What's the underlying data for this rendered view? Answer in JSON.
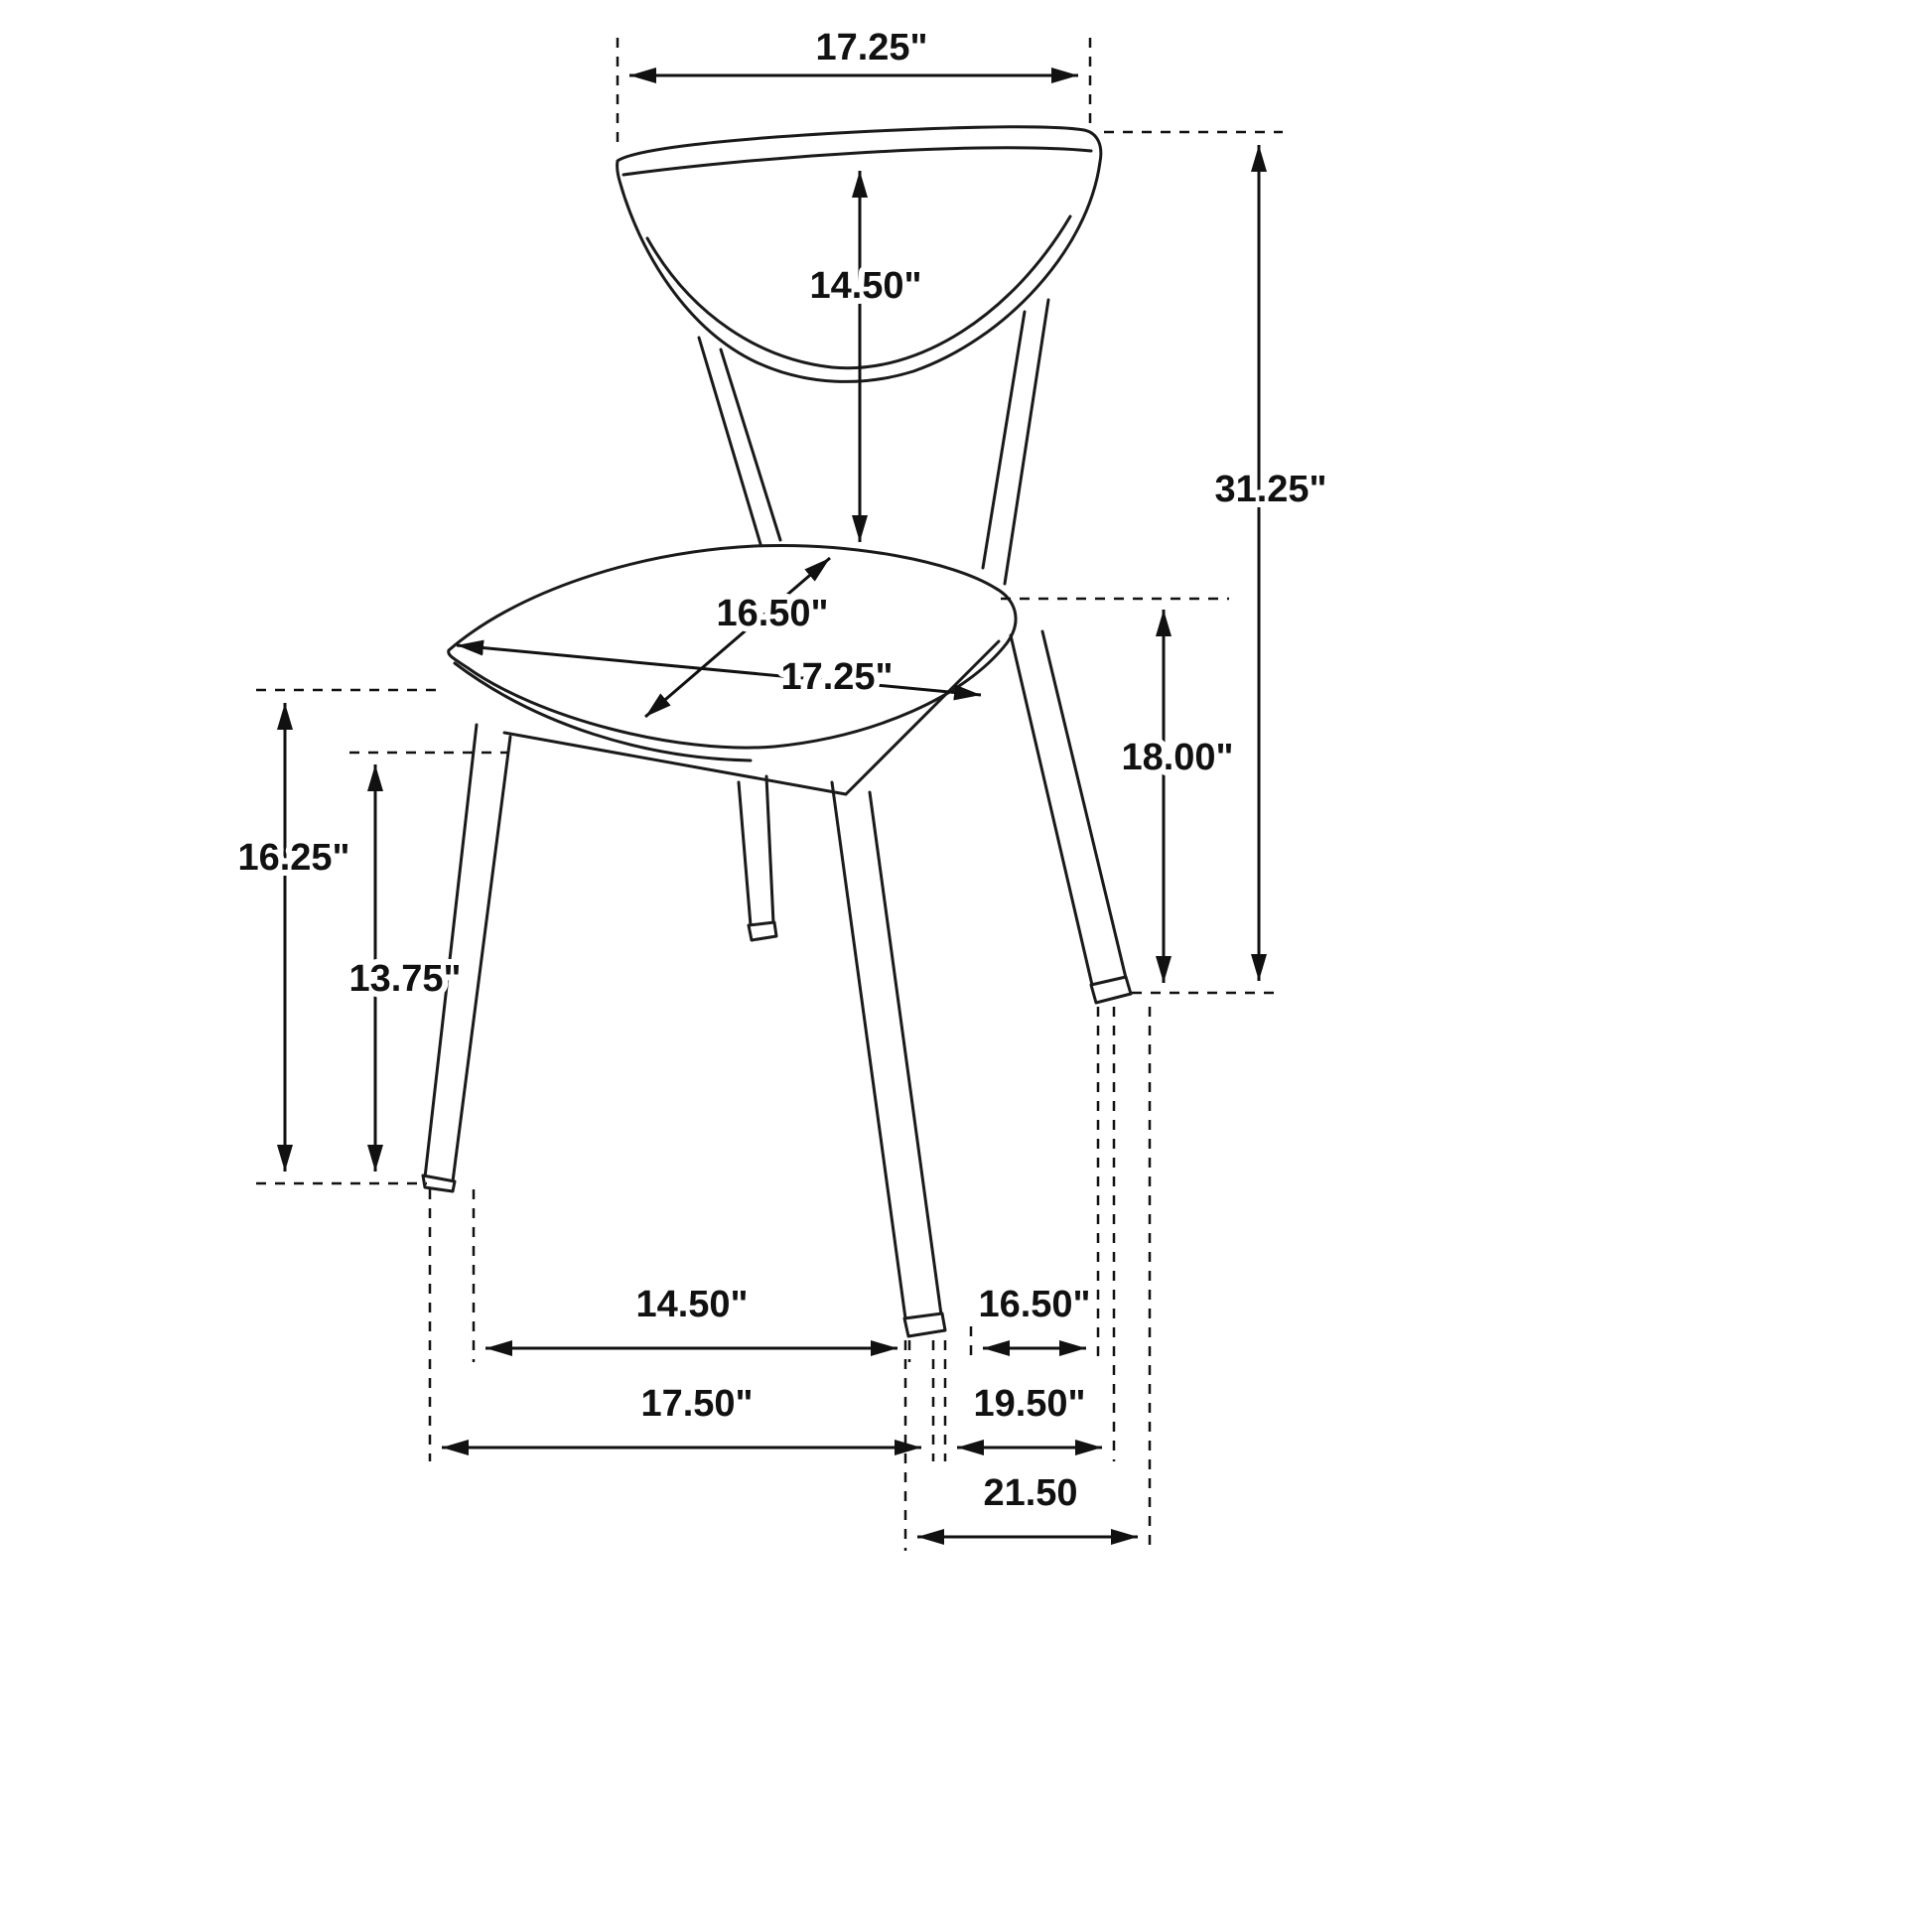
{
  "diagram": {
    "subject": "dining side chair dimension drawing",
    "colors": {
      "line": "#1a1a1a",
      "background": "#ffffff"
    },
    "dimensions": {
      "back_width": "17.25\"",
      "back_height": "14.50\"",
      "overall_height": "31.25\"",
      "seat_depth": "16.50\"",
      "seat_width": "17.25\"",
      "seat_height": "18.00\"",
      "leg_height_outer": "16.25\"",
      "leg_height_inner": "13.75\"",
      "front_feet_span": "14.50\"",
      "front_to_back_foot_gap": "16.50\"",
      "base_front_width": "17.50\"",
      "base_side_span": "19.50\"",
      "overall_depth": "21.50"
    }
  }
}
